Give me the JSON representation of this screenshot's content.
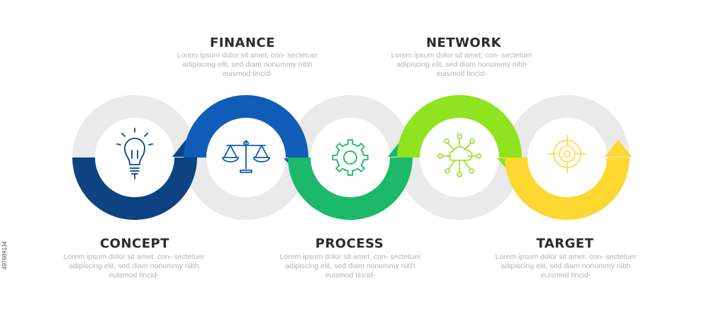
{
  "steps": [
    {
      "title": "CONCEPT",
      "description": "Lorem ipsum dolor sit amet, con- sectetuer adipiscing elit, sed diam nonummy nibh euismod tincid-",
      "icon": "lightbulb-icon",
      "color": "#0D4283"
    },
    {
      "title": "FINANCE",
      "description": "Lorem ipsum dolor sit amet, con- sectetuer adipiscing elit, sed diam nonummy nibh euismod tincid-",
      "icon": "balance-scale-icon",
      "color": "#0F5DB6"
    },
    {
      "title": "PROCESS",
      "description": "Lorem ipsum dolor sit amet, con- sectetuer adipiscing elit, sed diam nonummy nibh euismod tincid-",
      "icon": "gear-icon",
      "color": "#1DB96B"
    },
    {
      "title": "NETWORK",
      "description": "Lorem ipsum dolor sit amet, con- sectetuer adipiscing elit, sed diam nonummy nibh euismod tincid-",
      "icon": "cloud-network-icon",
      "color": "#8FE31F"
    },
    {
      "title": "TARGET",
      "description": "Lorem ipsum dolor sit amet, con- sectetuer adipiscing elit, sed diam nonummy nibh euismod tincid-",
      "icon": "target-icon",
      "color": "#FCD830"
    }
  ],
  "background_ring_color": "#EAEAEA",
  "watermark": "497689134"
}
